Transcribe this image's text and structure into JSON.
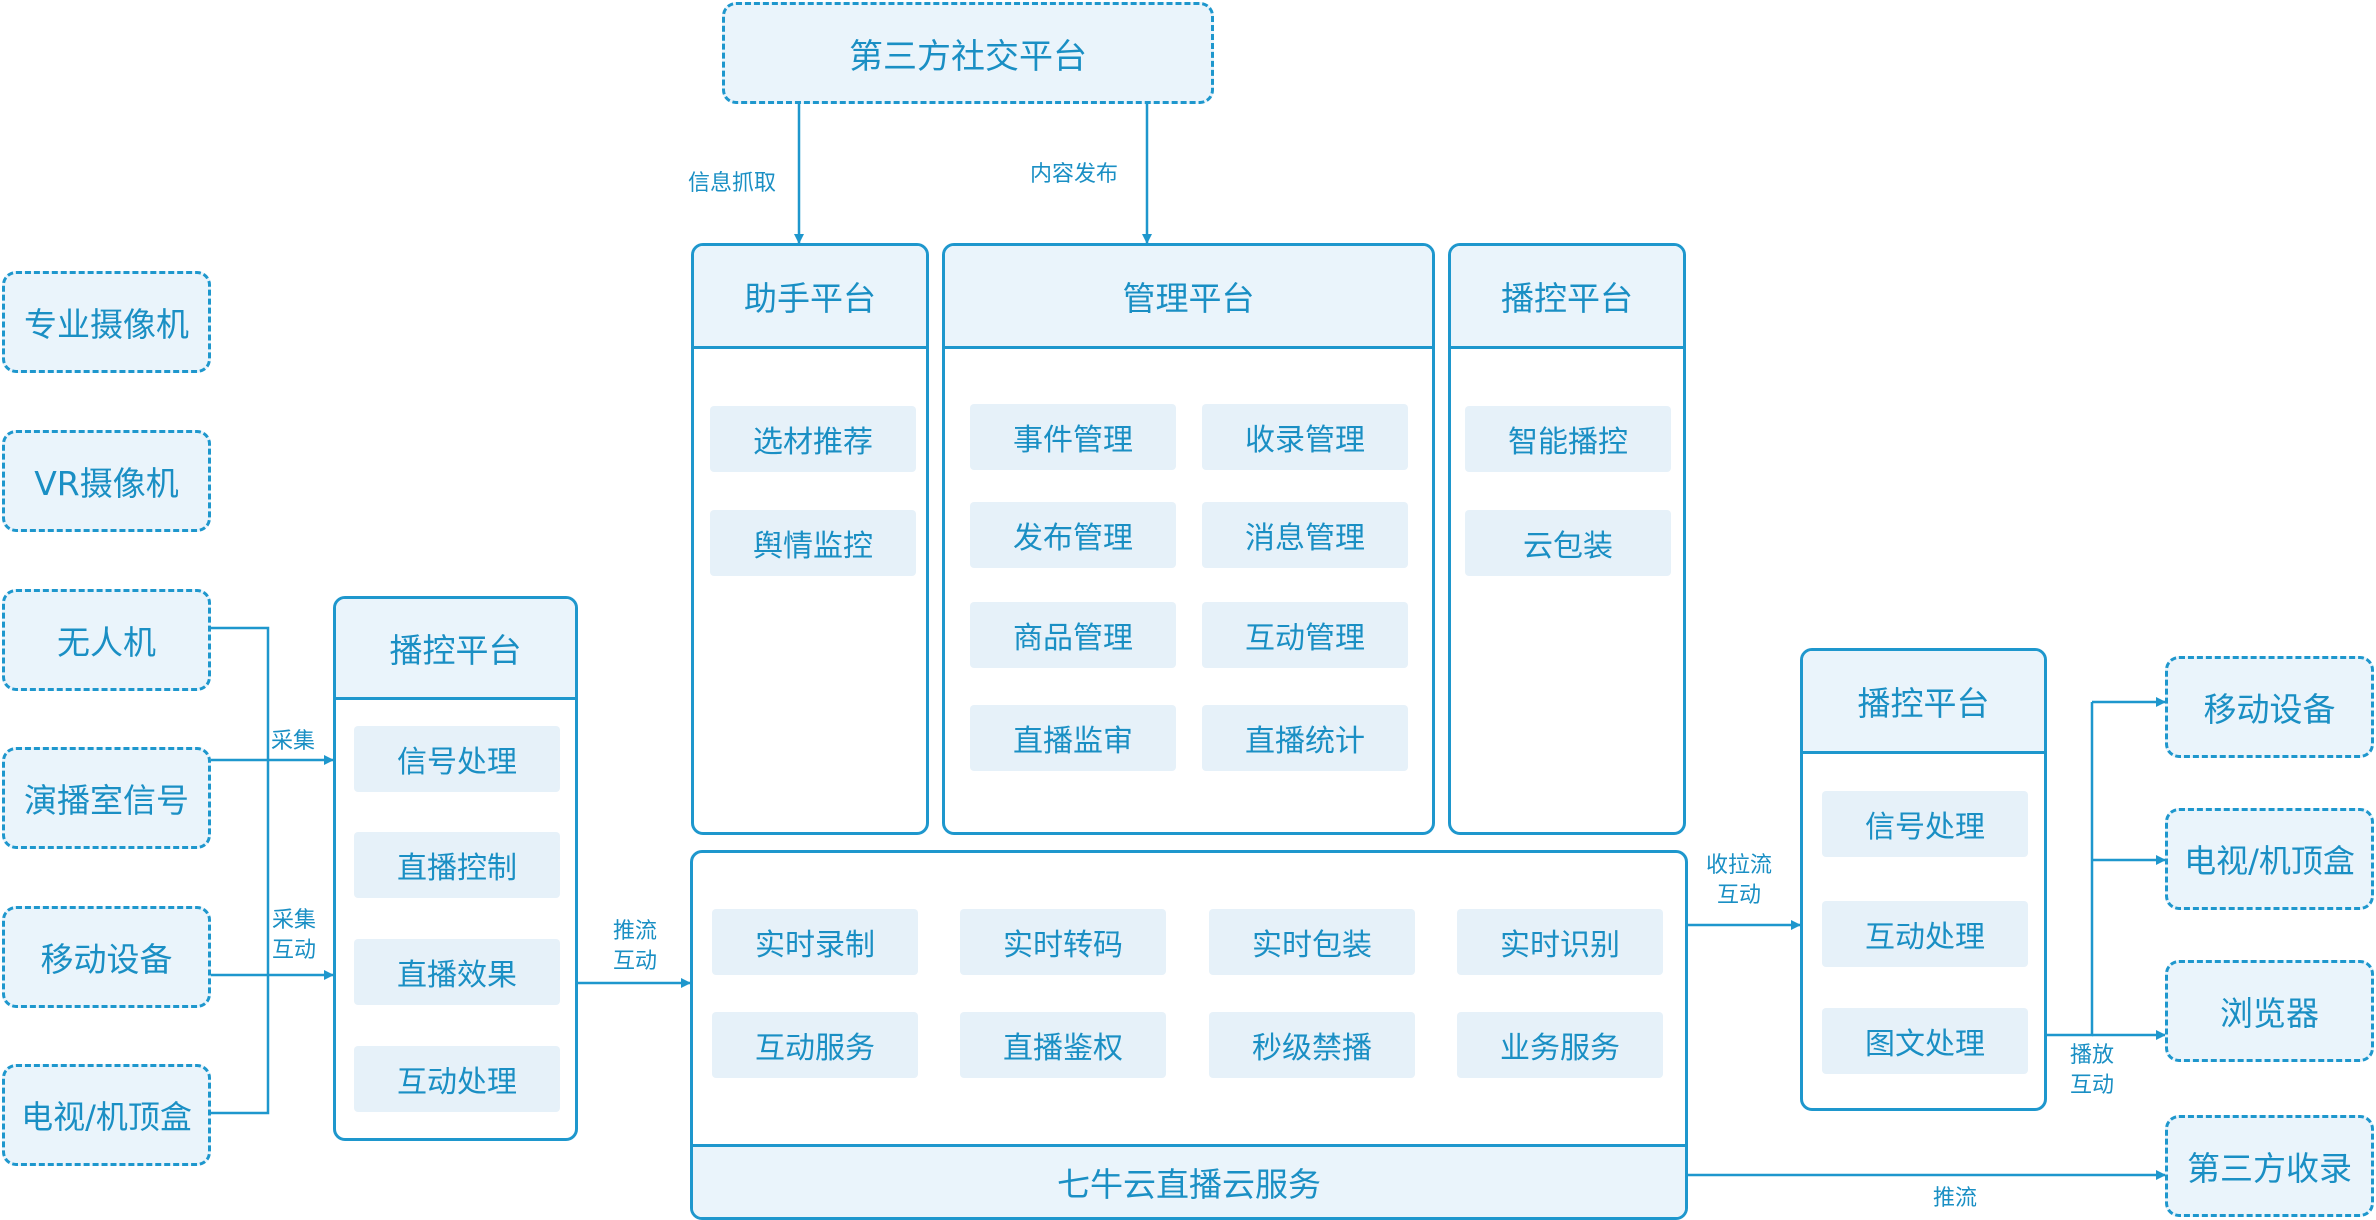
{
  "top_platform": "第三方社交平台",
  "top_labels": {
    "capture": "信息抓取",
    "publish": "内容发布"
  },
  "sources": [
    "专业摄像机",
    "VR摄像机",
    "无人机",
    "演播室信号",
    "移动设备",
    "电视/机顶盒"
  ],
  "left_labels": {
    "collect": "采集",
    "collect_interact_1": "采集",
    "collect_interact_2": "互动",
    "push_1": "推流",
    "push_2": "互动"
  },
  "left_panel": {
    "title": "播控平台",
    "items": [
      "信号处理",
      "直播控制",
      "直播效果",
      "互动处理"
    ]
  },
  "assistant": {
    "title": "助手平台",
    "items": [
      "选材推荐",
      "舆情监控"
    ]
  },
  "manage": {
    "title": "管理平台",
    "items": [
      "事件管理",
      "收录管理",
      "发布管理",
      "消息管理",
      "商品管理",
      "互动管理",
      "直播监审",
      "直播统计"
    ]
  },
  "broadcast": {
    "title": "播控平台",
    "items": [
      "智能播控",
      "云包装"
    ]
  },
  "cloud": {
    "items": [
      "实时录制",
      "实时转码",
      "实时包装",
      "实时识别",
      "互动服务",
      "直播鉴权",
      "秒级禁播",
      "业务服务"
    ],
    "footer": "七牛云直播云服务"
  },
  "right_labels": {
    "pull_1": "收拉流",
    "pull_2": "互动",
    "play_1": "播放",
    "play_2": "互动",
    "push": "推流"
  },
  "right_panel": {
    "title": "播控平台",
    "items": [
      "信号处理",
      "互动处理",
      "图文处理"
    ]
  },
  "outputs": [
    "移动设备",
    "电视/机顶盒",
    "浏览器",
    "第三方收录"
  ],
  "colors": {
    "line": "#1e97cd",
    "text": "#1a8fc4",
    "fill": "#eaf4fb",
    "item_fill": "#e6f1f9"
  }
}
